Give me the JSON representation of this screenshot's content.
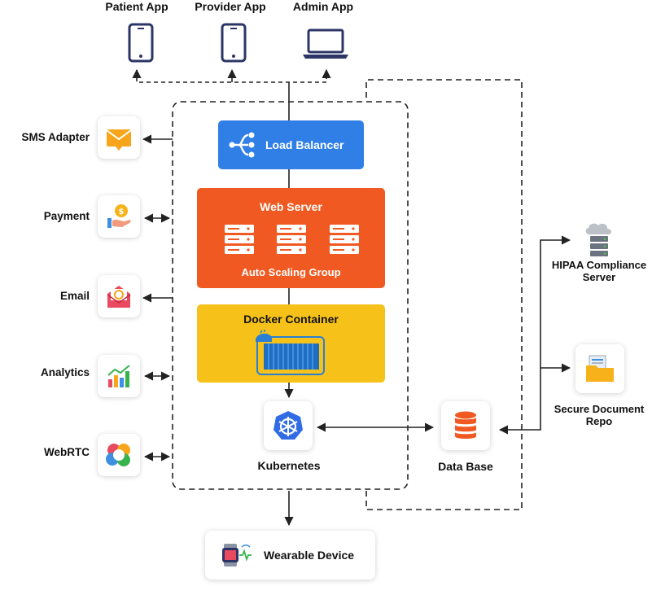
{
  "apps": [
    {
      "label": "Patient App",
      "icon": "smartphone-icon"
    },
    {
      "label": "Provider App",
      "icon": "smartphone-icon"
    },
    {
      "label": "Admin App",
      "icon": "laptop-icon"
    }
  ],
  "integrations": [
    {
      "label": "SMS Adapter",
      "icon": "envelope-icon"
    },
    {
      "label": "Payment",
      "icon": "coin-hand-icon"
    },
    {
      "label": "Email",
      "icon": "email-at-icon"
    },
    {
      "label": "Analytics",
      "icon": "bar-chart-icon"
    },
    {
      "label": "WebRTC",
      "icon": "webrtc-icon"
    }
  ],
  "core": {
    "load_balancer": "Load Balancer",
    "web_server": "Web Server",
    "auto_scaling": "Auto Scaling Group",
    "docker": "Docker Container",
    "kubernetes": "Kubernetes",
    "database": "Data Base"
  },
  "right": {
    "hipaa": "HIPAA Compliance Server",
    "secure_repo": "Secure Document Repo"
  },
  "wearable": "Wearable Device",
  "colors": {
    "load_balancer": "#2f7fe6",
    "web_server": "#f05a22",
    "docker": "#f6c21a",
    "app_icon": "#2c3566",
    "line": "#222222"
  }
}
